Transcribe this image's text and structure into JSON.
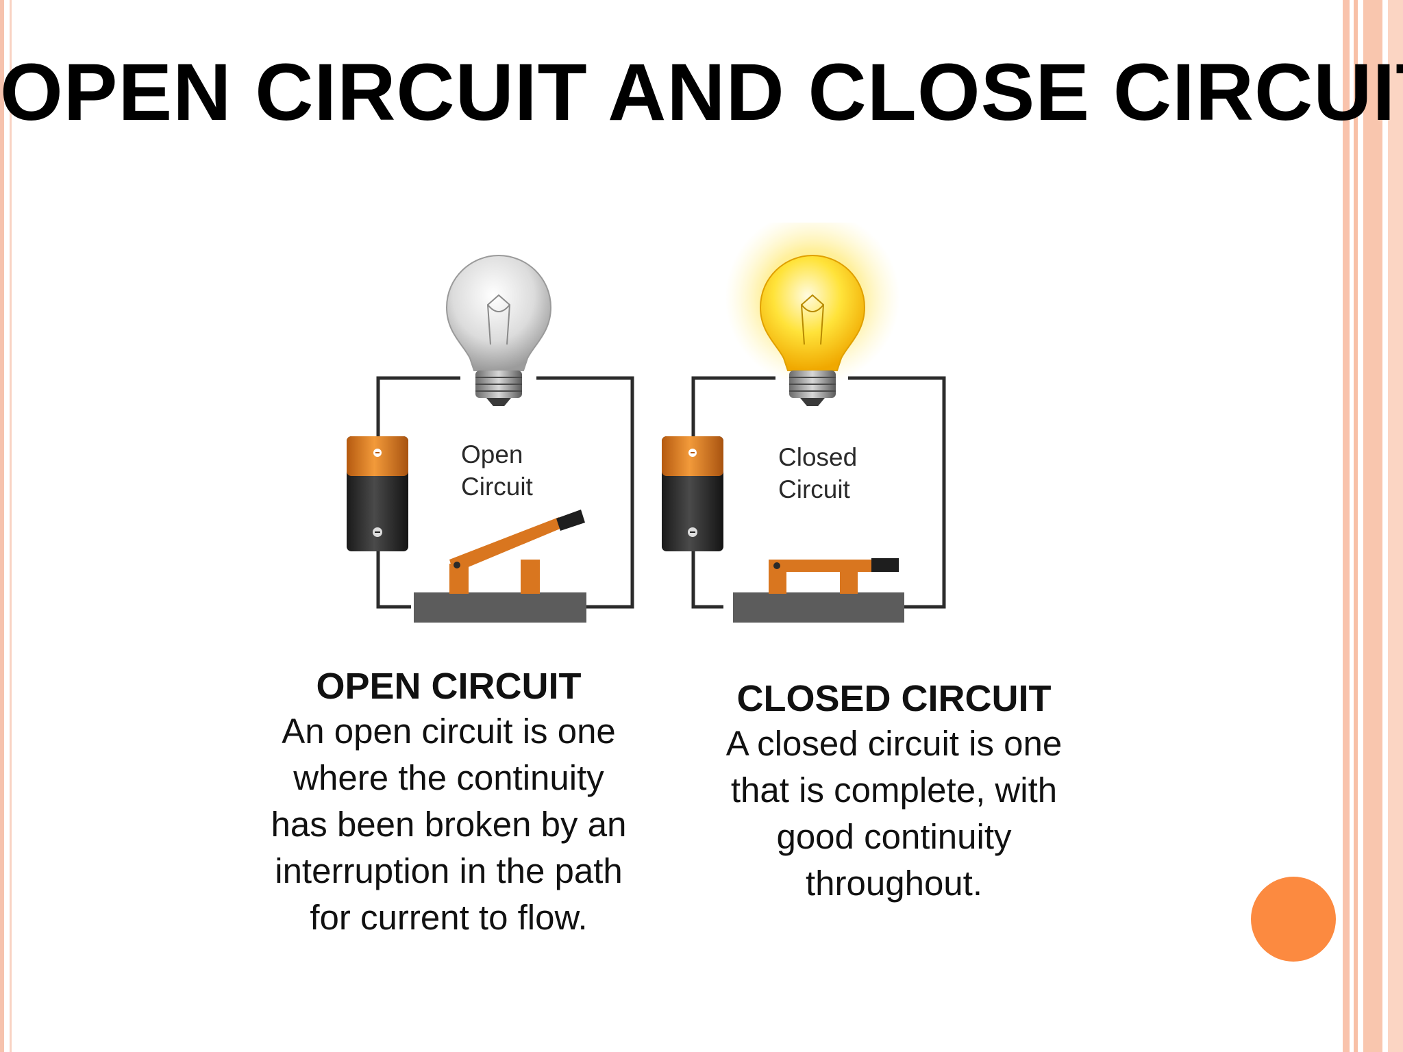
{
  "title": "OPEN CIRCUIT AND CLOSE CIRCUIT",
  "diagram": {
    "open_label_line1": "Open",
    "open_label_line2": "Circuit",
    "closed_label_line1": "Closed",
    "closed_label_line2": "Circuit"
  },
  "open_circuit": {
    "heading": "OPEN CIRCUIT",
    "lines": [
      "An open circuit is one",
      "where the continuity",
      "has been broken by an",
      "interruption in the path",
      "for current to flow."
    ]
  },
  "closed_circuit": {
    "heading": "CLOSED CIRCUIT",
    "lines": [
      "A closed circuit is one",
      "that is complete, with",
      "good continuity",
      "throughout."
    ]
  },
  "colors": {
    "accent": "#fc8a40",
    "border_stripe": "#f9c3ac",
    "battery_orange": "#e07820",
    "switch_orange": "#d9761f",
    "switch_base": "#5c5c5c",
    "glow": "#ffe23c"
  }
}
